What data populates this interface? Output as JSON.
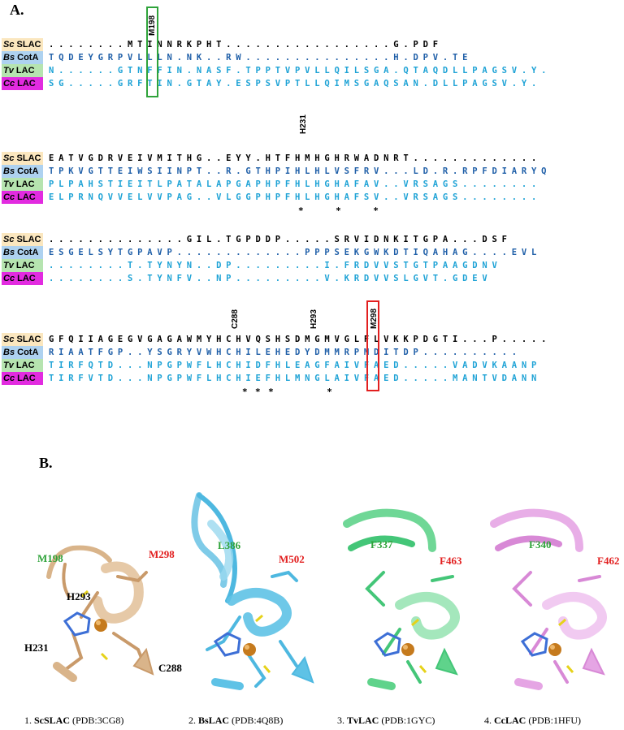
{
  "panel_a": {
    "label": "A."
  },
  "panel_b": {
    "label": "B."
  },
  "colors": {
    "sc": "#fbe7bf",
    "bs": "#aed2f0",
    "tv": "#b6e4b0",
    "cc": "#e22be0",
    "sc_text": "#000000",
    "bs_text": "#1f5fa8",
    "tv_text": "#1fa3d6",
    "cc_text": "#1fa3d6",
    "green_box": "#2fa33a",
    "red_box": "#e21f1f"
  },
  "species": [
    {
      "italic": "Sc",
      "rest": " SLAC"
    },
    {
      "italic": "Bs",
      "rest": " CotA"
    },
    {
      "italic": "Tv",
      "rest": " LAC"
    },
    {
      "italic": "Cc",
      "rest": " LAC"
    }
  ],
  "alignment": [
    {
      "top_label": "M198",
      "rows": [
        "........MTINNRKPHT.................G.PDF",
        "TQDEYGRPVLLLN.NK..RW...............H.DPV.TE",
        "N......GTNFFIN.NASF.TPPTVPVLLQILSGA.QTAQDLLPAGSV.Y.",
        "SG.....GRFTIN.GTAY.ESPSVPTLLQIMSGAQSAN.DLLPAGSV.Y."
      ],
      "stars": ""
    },
    {
      "top_label": "H231",
      "rows": [
        "EATVGDRVEIVMITHG..EYY.HTFHMHGHRWADNRT.............",
        "TPKVGTTEIWSIINPT..R.GTHPIHLHLVSFRV...LD.R.RPFDIARYQ",
        "PLPAHSTIEITLPATALAPGAPHPFHLHGHAFAV..VRSAGS........",
        "ELPRNQVVELVVPAG..VLGGPHPFHLHGHAFSV..VRSAGS........"
      ],
      "stars": "*    *    *"
    },
    {
      "top_label": "",
      "rows": [
        "..............GIL.TGPDDP.....SRVIDNKITGPA...DSF",
        "ESGELSYTGPAVP.............PPPSEKGWKDTIQAHAG....EVL",
        "........T.TYNYN..DP.........I.FRDVVSTGTPAAGDNV",
        "........S.TYNFV..NP.........V.KRDVVSLGVT.GDEV"
      ],
      "stars": ""
    },
    {
      "top_label": "C288",
      "top_label2": "H293",
      "top_label3": "M298",
      "rows": [
        "GFQIIAGEGVGAGAWMYHCHVQSHSDMGMVGLFLVKKPDGTI...P.....",
        "RIAATFGP..YSGRYVWHCHILEHEDYDMMRPMDITDP..........",
        "TIRFQTD...NPGPWFLHCHIDFHLEAGFAIVFAED.....VADVKAANP",
        "TIRFVTD...NPGPWFLHCHIEFHLMNGLAIVFAED.....MANTVDANN"
      ],
      "stars": "* * *        *"
    }
  ],
  "structures": [
    {
      "green": "M198",
      "red": "M298",
      "h293": "H293",
      "h231": "H231",
      "c288": "C288",
      "caption_num": "1.",
      "caption_bold": "Sc",
      "caption_rest": "SLAC",
      "caption_pdb": "(PDB:3CG8)"
    },
    {
      "green": "L386",
      "red": "M502",
      "caption_num": "2.",
      "caption_bold": "Bs",
      "caption_rest": "LAC",
      "caption_pdb": "(PDB:4Q8B)"
    },
    {
      "green": "F337",
      "red": "F463",
      "caption_num": "3.",
      "caption_bold": "Tv",
      "caption_rest": "LAC",
      "caption_pdb": "(PDB:1GYC)"
    },
    {
      "green": "F340",
      "red": "F462",
      "caption_num": "4.",
      "caption_bold": "Cc",
      "caption_rest": "LAC",
      "caption_pdb": "(PDB:1HFU)"
    }
  ]
}
